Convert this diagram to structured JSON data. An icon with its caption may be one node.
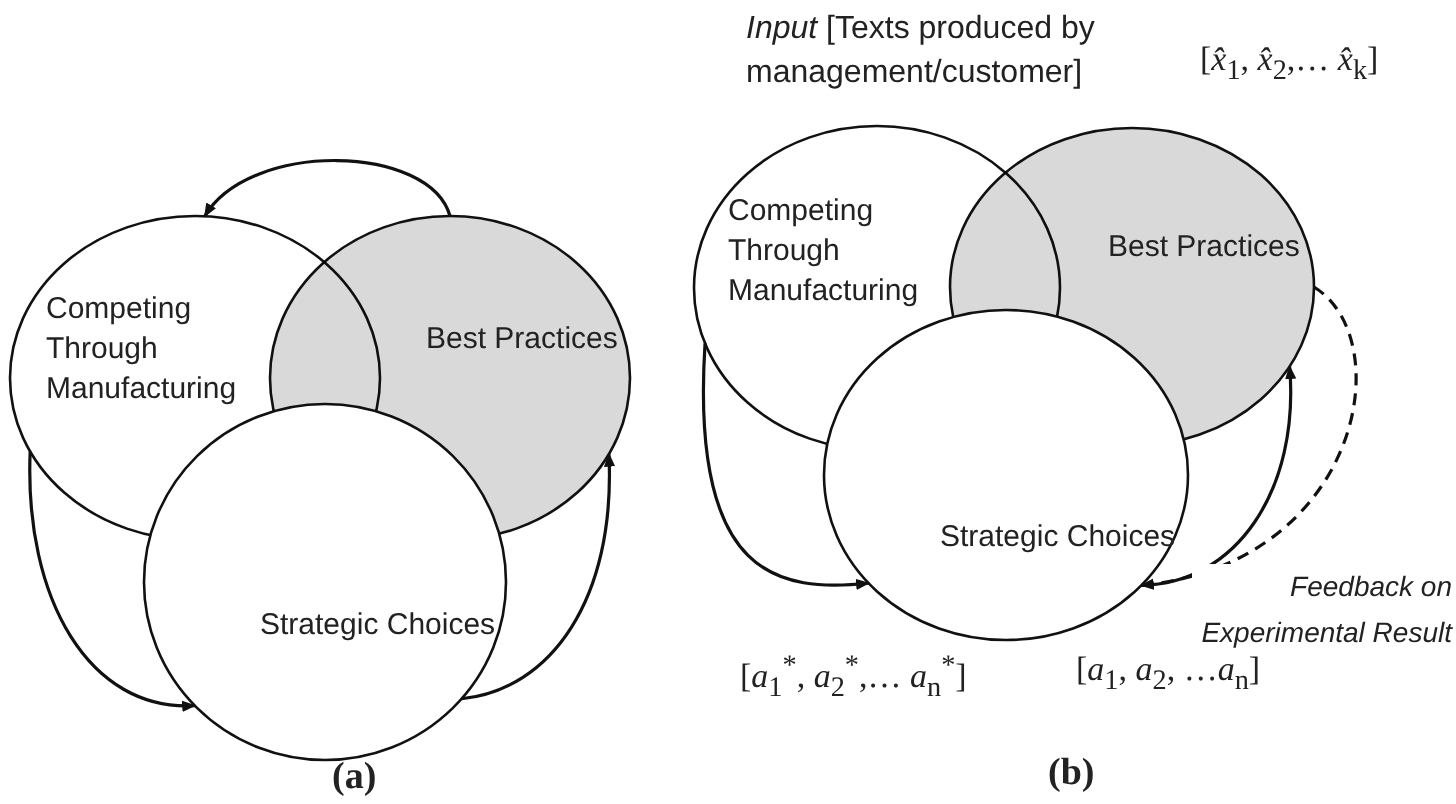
{
  "diagram": {
    "nodes": [
      {
        "text": [
          "Competing Through Manufacturing"
        ]
      },
      {
        "text": [
          "Best Practices"
        ]
      },
      {
        "text": [
          "Strategic Choices"
        ]
      },
      {
        "text": [
          "Competing Through Manufacturing"
        ]
      },
      {
        "text": [
          "Best Practices"
        ]
      },
      {
        "text": [
          "Strategic Choices"
        ]
      }
    ],
    "edges": [
      {
        "from": 1,
        "to": 0,
        "arrow": "to"
      },
      {
        "from": 0,
        "to": 2,
        "arrow": "to"
      },
      {
        "from": 2,
        "to": 1,
        "arrow": "to"
      },
      {
        "from": 3,
        "to": 5,
        "arrow": "to"
      },
      {
        "from": 5,
        "to": 4,
        "arrow": "to"
      },
      {
        "from": 4,
        "to": 5,
        "arrow": "to",
        "style": "dashed",
        "label": "*Feedback on Experimental Result*"
      }
    ],
    "labels": [
      "(a)",
      "*Input* [Texts produced by management/customer]",
      "[*x̂*$_{1}$, *x̂*$_{2}$,… *x̂*$_{k}$]",
      "[*a*$_{1}$$^{*}$, *a*$_{2}$$^{*}$,… *a*$_{n}$$^{*}$]",
      "[*a*$_{1}$, *a*$_{2}$, …*a*$_{n}$]",
      "(b)"
    ]
  }
}
